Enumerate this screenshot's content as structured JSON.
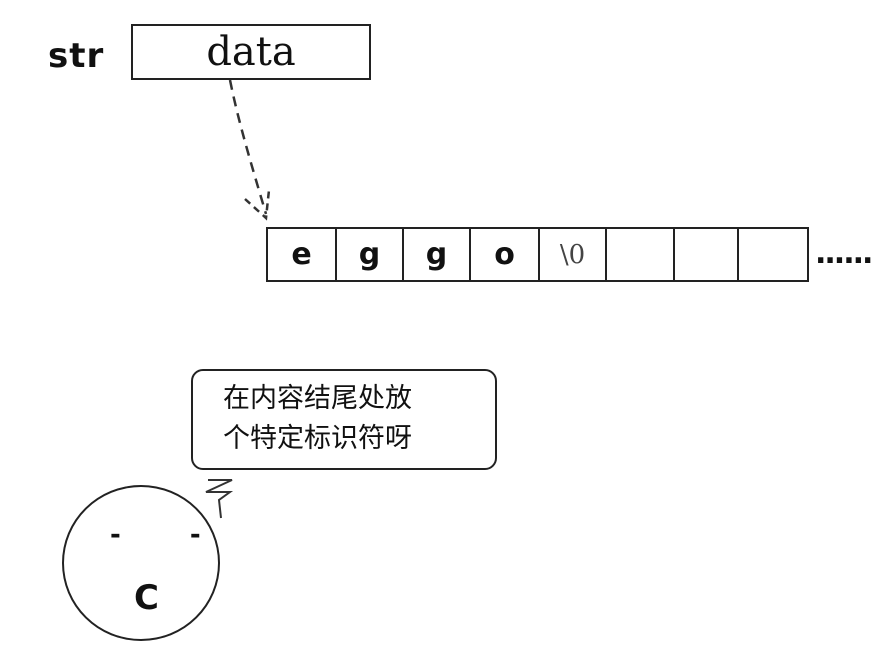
{
  "pointer": {
    "var_name": "str",
    "var_value": "data"
  },
  "memory": {
    "cells": [
      "e",
      "g",
      "g",
      "o",
      "\\0",
      "",
      "",
      ""
    ],
    "ellipsis": "......"
  },
  "character": {
    "speech": [
      "在内容结尾处放",
      "个特定标识符呀"
    ],
    "eyes": "- -",
    "mouth": "C"
  }
}
